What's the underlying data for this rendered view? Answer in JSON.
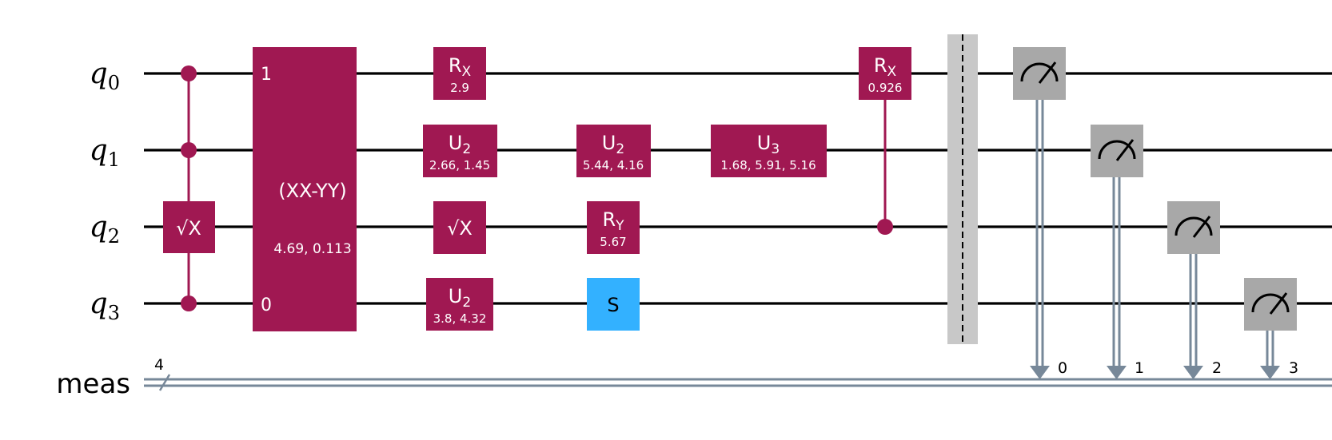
{
  "qubits": [
    {
      "name": "q",
      "index": "0"
    },
    {
      "name": "q",
      "index": "1"
    },
    {
      "name": "q",
      "index": "2"
    },
    {
      "name": "q",
      "index": "3"
    }
  ],
  "creg": {
    "name": "meas",
    "size": "4"
  },
  "gates": {
    "sqrtx_a": {
      "label": "√X"
    },
    "xxyy": {
      "label": "(XX-YY)",
      "params": "4.69, 0.113",
      "top_index": "1",
      "bottom_index": "0"
    },
    "rx_a": {
      "label": "R",
      "sub": "X",
      "params": "2.9"
    },
    "u2_a": {
      "label": "U",
      "sub": "2",
      "params": "2.66, 1.45"
    },
    "sqrtx_b": {
      "label": "√X"
    },
    "u2_b": {
      "label": "U",
      "sub": "2",
      "params": "3.8, 4.32"
    },
    "u2_c": {
      "label": "U",
      "sub": "2",
      "params": "5.44, 4.16"
    },
    "ry": {
      "label": "R",
      "sub": "Y",
      "params": "5.67"
    },
    "s": {
      "label": "S"
    },
    "u3": {
      "label": "U",
      "sub": "3",
      "params": "1.68, 5.91, 5.16"
    },
    "crx": {
      "label": "R",
      "sub": "X",
      "params": "0.926"
    }
  },
  "measure_bits": [
    "0",
    "1",
    "2",
    "3"
  ],
  "colors": {
    "gate": "#a01852",
    "s_gate": "#33b1ff",
    "measure": "#a8a8a8",
    "barrier": "#c8c8c8",
    "classical_wire": "#778899",
    "wire": "#000000"
  }
}
